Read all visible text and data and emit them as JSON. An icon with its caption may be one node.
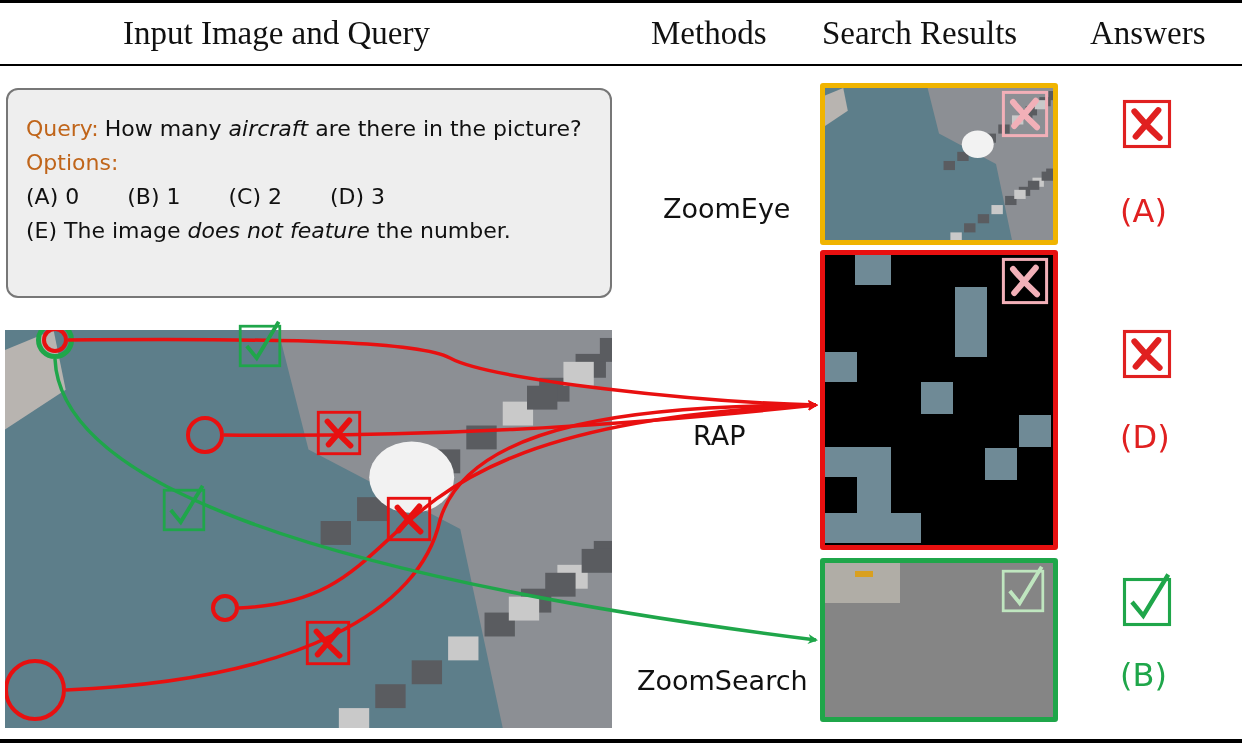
{
  "diagram": {
    "nodes": [
      {
        "text": [
          "Query:",
          "How many *aircraft* are there in the picture?",
          "Options:",
          "(A) 0",
          "(B) 1",
          "(C) 2",
          "(D) 3",
          "(E) The image *does not feature* the number."
        ]
      },
      {
        "text": [],
        "shape": "picture"
      },
      {
        "text": [],
        "shape": "circle",
        "in": 1
      },
      {
        "text": [],
        "shape": "circle",
        "in": 2
      },
      {
        "text": [],
        "shape": "circle",
        "in": 1
      },
      {
        "text": [],
        "shape": "circle",
        "in": 1
      },
      {
        "text": [],
        "shape": "circle",
        "in": 1
      },
      {
        "text": [],
        "shape": "picture"
      },
      {
        "text": [],
        "shape": "picture"
      },
      {
        "text": [],
        "shape": "picture"
      }
    ],
    "edges": [
      {
        "from": 3,
        "to": 8,
        "arrow": "to"
      },
      {
        "from": 4,
        "to": 8,
        "arrow": "to"
      },
      {
        "from": 5,
        "to": 8,
        "arrow": "to"
      },
      {
        "from": 6,
        "to": 8,
        "arrow": "to"
      },
      {
        "from": 2,
        "to": 9,
        "arrow": "to",
        "color": "#1fa64a"
      }
    ],
    "labels": [
      "Input Image and Query",
      "Methods",
      "Search Results",
      "Answers",
      "ZoomEye",
      "(A)",
      "RAP",
      "(D)",
      "ZoomSearch",
      "(B)"
    ]
  }
}
